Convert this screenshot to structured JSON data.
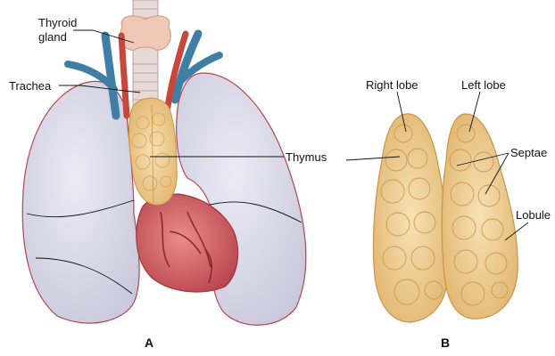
{
  "labels": {
    "thyroid_line1": "Thyroid",
    "thyroid_line2": "gland",
    "trachea": "Trachea",
    "thymus": "Thymus",
    "right_lobe": "Right lobe",
    "left_lobe": "Left lobe",
    "septae": "Septae",
    "lobule": "Lobule"
  },
  "panels": {
    "a": "A",
    "b": "B"
  },
  "colors": {
    "lung": "#dcdceb",
    "lung_edge": "#b4464f",
    "thymus": "#f0cf8e",
    "thymus_edge": "#c89448",
    "heart": "#d66b6e",
    "artery": "#c8463a",
    "vein": "#3f7fa6",
    "trachea": "#e9d9d6",
    "thyroid": "#f0c9b6"
  }
}
